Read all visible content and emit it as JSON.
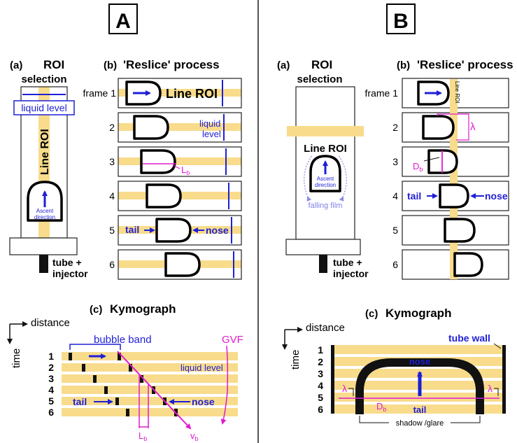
{
  "panel_a": {
    "letter": "A",
    "roi": {
      "prefix": "(a)",
      "title_line1": "ROI",
      "title_line2": "selection",
      "liquid_level": "liquid level",
      "line_roi": "Line ROI",
      "ascent": [
        "Ascent",
        "direction"
      ],
      "tube_label": [
        "tube +",
        "injector"
      ]
    },
    "reslice": {
      "prefix": "(b)",
      "title": "'Reslice' process",
      "frames": [
        "frame 1",
        "2",
        "3",
        "4",
        "5",
        "6"
      ],
      "line_roi": "Line ROI",
      "liquid_level": [
        "liquid",
        "level"
      ],
      "lb_main": "L",
      "lb_sub": "b",
      "tail": "tail",
      "nose": "nose"
    },
    "kymo": {
      "prefix": "(c)",
      "title": "Kymograph",
      "distance": "distance",
      "time": "time",
      "rows": [
        "1",
        "2",
        "3",
        "4",
        "5",
        "6"
      ],
      "bubble_band": "bubble band",
      "gvf": "GVF",
      "liquid_level": "liquid level",
      "tail": "tail",
      "nose": "nose",
      "lb_main": "L",
      "lb_sub": "b",
      "vb_main": "v",
      "vb_sub": "b"
    }
  },
  "panel_b": {
    "letter": "B",
    "roi": {
      "prefix": "(a)",
      "title_line1": "ROI",
      "title_line2": "selection",
      "line_roi": "Line ROI",
      "ascent": [
        "Ascent",
        "direction"
      ],
      "falling_film": "falling film",
      "tube_label": [
        "tube +",
        "injector"
      ]
    },
    "reslice": {
      "prefix": "(b)",
      "title": "'Reslice' process",
      "frames": [
        "frame 1",
        "2",
        "3",
        "4",
        "5",
        "6"
      ],
      "line_roi_vertical": "Line ROI",
      "lambda": "λ",
      "db_main": "D",
      "db_sub": "b",
      "tail": "tail",
      "nose": "nose"
    },
    "kymo": {
      "prefix": "(c)",
      "title": "Kymograph",
      "distance": "distance",
      "time": "time",
      "rows": [
        "1",
        "2",
        "3",
        "4",
        "5",
        "6"
      ],
      "tube_wall": "tube wall",
      "nose": "nose",
      "tail": "tail",
      "lambda": "λ",
      "db_main": "D",
      "db_sub": "b",
      "shadow": "shadow /glare"
    }
  },
  "colors": {
    "band": "#f8dc8c",
    "blue": "#1f1fd6",
    "magenta": "#e01bd0",
    "lavender": "#7f7fe8"
  }
}
